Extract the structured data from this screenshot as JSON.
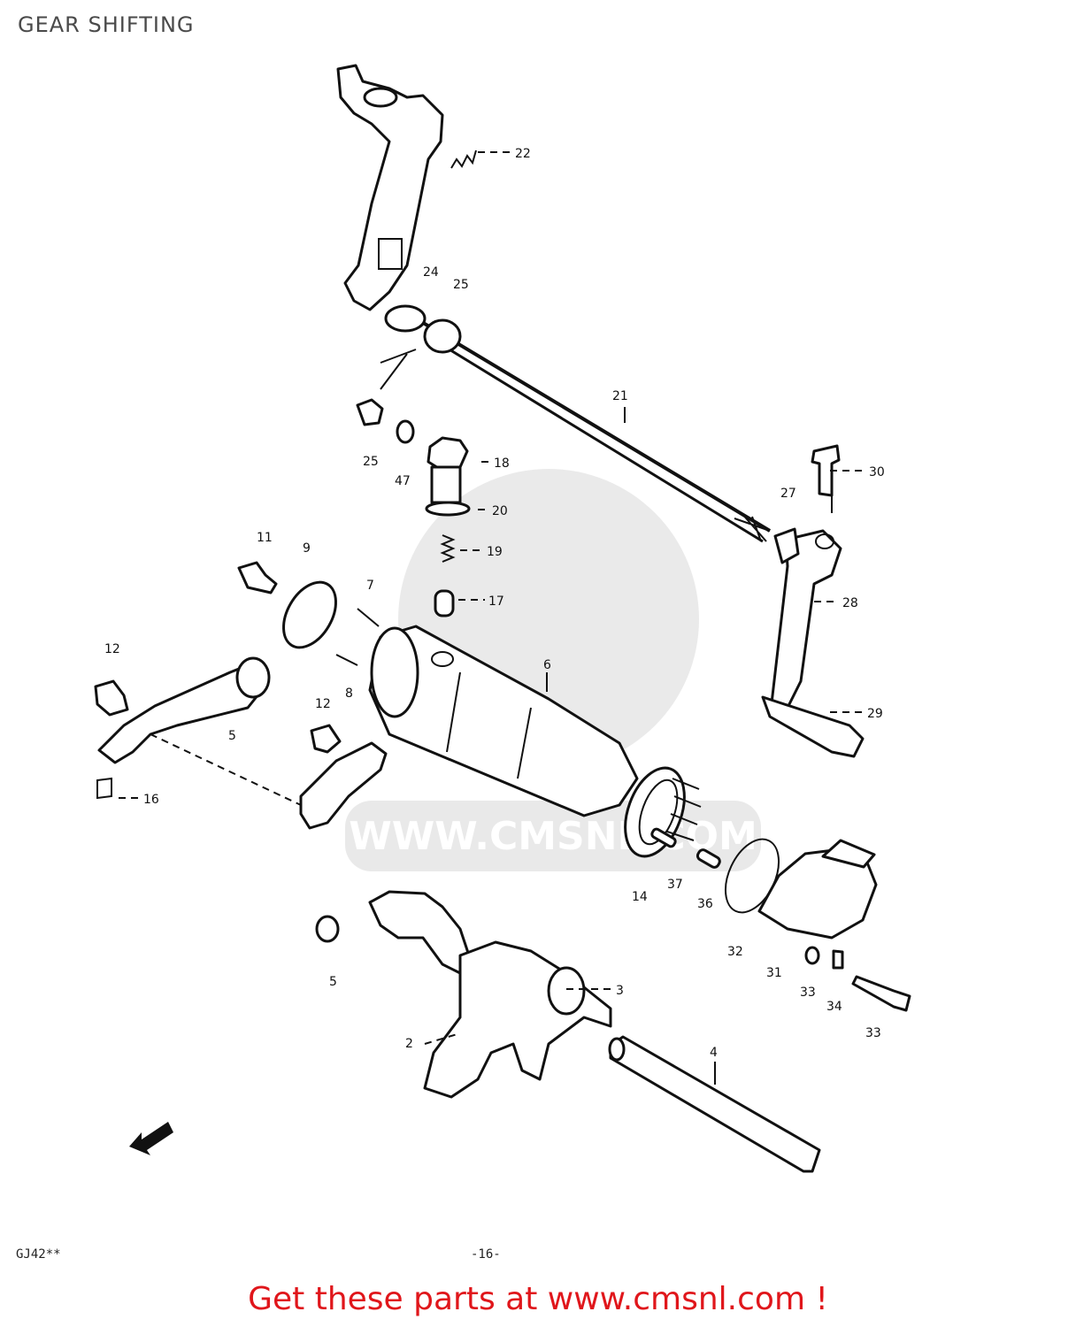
{
  "title": "GEAR SHIFTING",
  "footer": "Get these parts at www.cmsnl.com !",
  "watermark": "WWW.CMSNL.COM",
  "ref_left": "GJ42**",
  "ref_center": "-16-",
  "part_labels": {
    "p2": "2",
    "p3": "3",
    "p4": "4",
    "p5a": "5",
    "p5b": "5",
    "p6": "6",
    "p7": "7",
    "p8": "8",
    "p9": "9",
    "p11": "11",
    "p12a": "12",
    "p12b": "12",
    "p14": "14",
    "p16": "16",
    "p17": "17",
    "p18": "18",
    "p19": "19",
    "p20": "20",
    "p21": "21",
    "p22": "22",
    "p24": "24",
    "p25a": "25",
    "p25b": "25",
    "p27": "27",
    "p28": "28",
    "p29": "29",
    "p30": "30",
    "p31": "31",
    "p32": "32",
    "p33a": "33",
    "p33b": "33",
    "p34": "34",
    "p36": "36",
    "p37": "37",
    "p47": "47"
  },
  "colors": {
    "footer": "#e0161b",
    "title": "#4a4a4a",
    "watermark": "#d9d9d9"
  }
}
